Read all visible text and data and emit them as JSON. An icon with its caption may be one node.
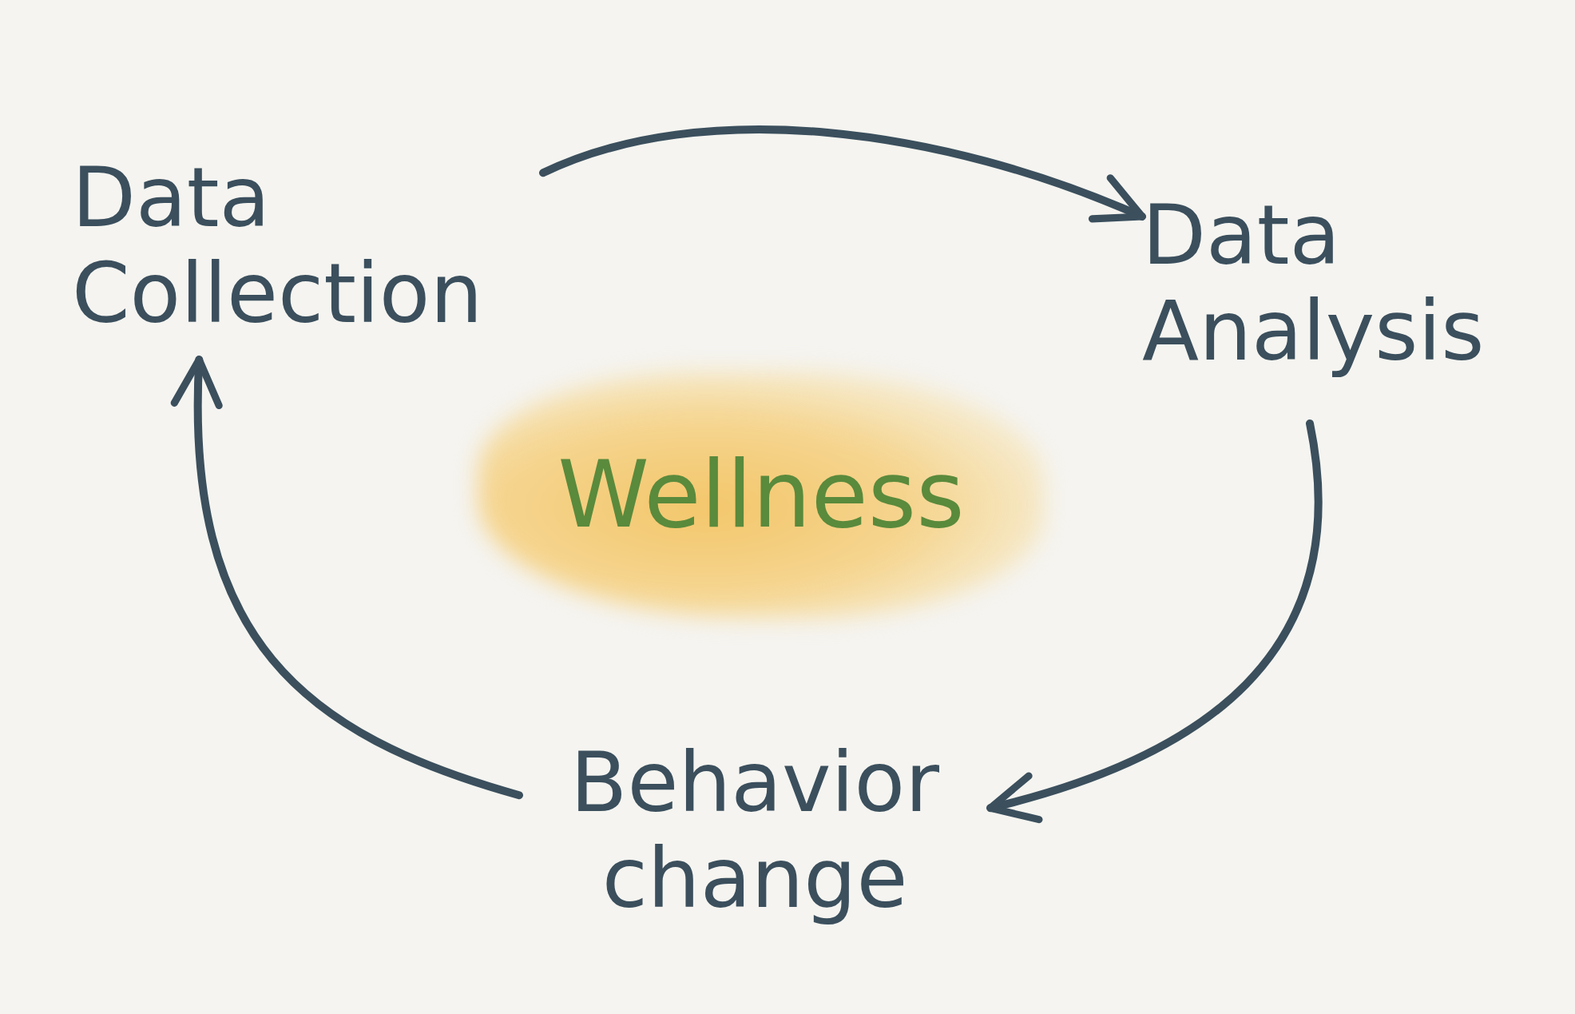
{
  "diagram": {
    "nodes": [
      {
        "text": [
          "Data Collection"
        ]
      },
      {
        "text": [
          "Data Analysis"
        ]
      },
      {
        "text": [
          "Behavior change"
        ]
      },
      {
        "text": [
          "Wellness"
        ]
      }
    ],
    "edges": [
      {
        "from": 0,
        "to": 1,
        "arrow": "to"
      },
      {
        "from": 1,
        "to": 2,
        "arrow": "to"
      },
      {
        "from": 2,
        "to": 0,
        "arrow": "to"
      }
    ]
  }
}
